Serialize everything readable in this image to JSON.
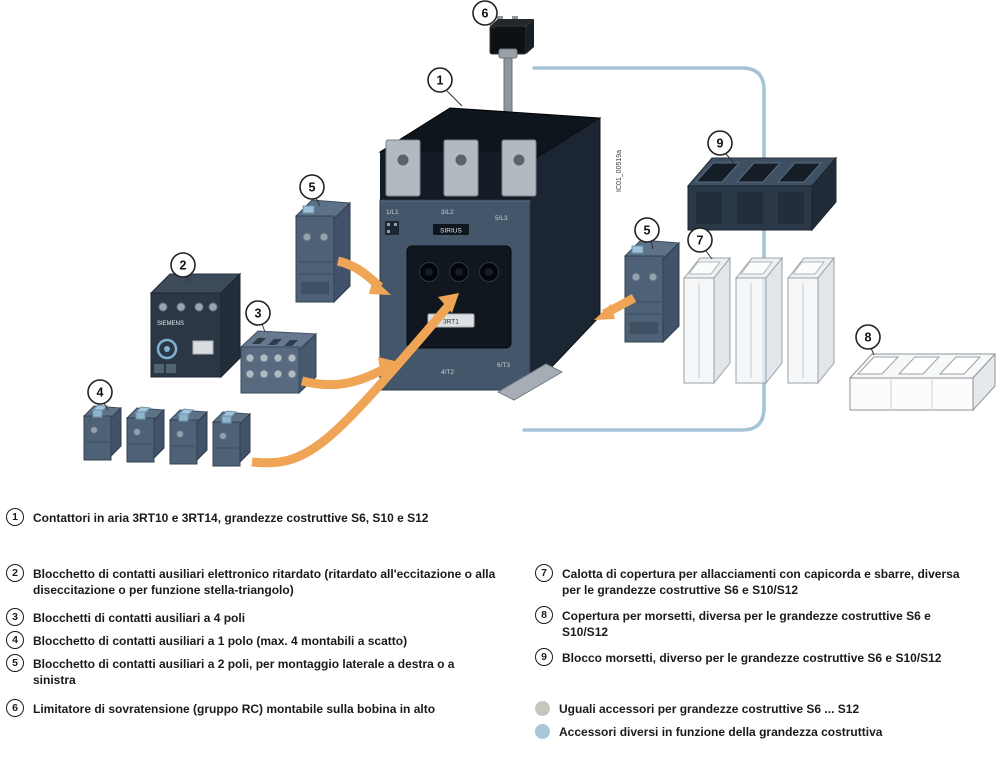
{
  "figure": {
    "id_watermark": "IC01_00519a"
  },
  "device": {
    "brand": "SIEMENS",
    "series": "SIRIUS",
    "type_label": "3RT1",
    "terminals_top": [
      "1/L1",
      "3/L2",
      "5/L3"
    ],
    "terminals_bottom": [
      "4/T2",
      "6/T3"
    ]
  },
  "callouts": {
    "c1": "1",
    "c2": "2",
    "c3": "3",
    "c4": "4",
    "c5_left": "5",
    "c5_right": "5",
    "c6": "6",
    "c7": "7",
    "c8": "8",
    "c9": "9"
  },
  "legend": {
    "left": [
      {
        "num": "1",
        "text": "Contattori in aria 3RT10 e 3RT14, grandezze costruttive S6, S10 e S12"
      },
      {
        "num": "2",
        "text": "Blocchetto di contatti ausiliari elettronico ritardato (ritardato all'eccitazione o alla diseccitazione o per funzione stella-triangolo)"
      },
      {
        "num": "3",
        "text": "Blocchetti di contatti ausiliari a 4 poli"
      },
      {
        "num": "4",
        "text": "Blocchetto di contatti ausiliari a 1 polo (max. 4 montabili a scatto)"
      },
      {
        "num": "5",
        "text": "Blocchetto di contatti ausiliari a 2 poli, per montaggio laterale a destra o a sinistra"
      },
      {
        "num": "6",
        "text": "Limitatore di sovratensione (gruppo RC) montabile sulla bobina in alto"
      }
    ],
    "right": [
      {
        "num": "7",
        "text": "Calotta di copertura per allacciamenti con capicorda e sbarre, diversa per le grandezze costruttive S6 e S10/S12"
      },
      {
        "num": "8",
        "text": "Copertura per morsetti, diversa per le grandezze costruttive S6 e S10/S12"
      },
      {
        "num": "9",
        "text": "Blocco morsetti, diverso per le grandezze costruttive S6 e S10/S12"
      }
    ],
    "notes": [
      {
        "text": "Uguali accessori per grandezze costruttive S6 ... S12"
      },
      {
        "text": "Accessori diversi in funzione della grandezza costruttiva"
      }
    ]
  },
  "colors": {
    "arrow_orange": "#f0a455",
    "guide_blue": "#a6c4d8",
    "note_gray": "#c6c6c0",
    "note_blue": "#a9c7d9"
  }
}
